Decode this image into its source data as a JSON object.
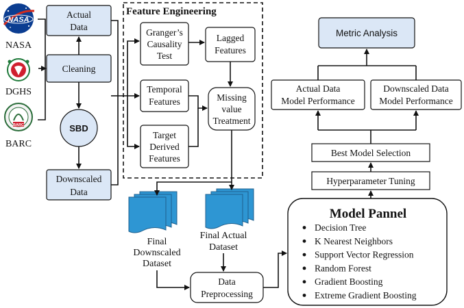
{
  "colors": {
    "blue_fill": "#dbe7f6",
    "dataset_blue": "#2e96d3",
    "dataset_edge": "#1f5f8c",
    "stroke": "#111111",
    "nasa": "#0b3d91",
    "nasa_red": "#d52b1e",
    "dghs_red": "#d01f2f",
    "dghs_green": "#1f7a3a",
    "barc_green": "#2b6d3a"
  },
  "sources": {
    "nasa": "NASA",
    "nasa_logo_text": "NASA",
    "dghs": "DGHS",
    "barc": "BARC",
    "barc_logo_text": "BARC"
  },
  "data_nodes": {
    "actual_l1": "Actual",
    "actual_l2": "Data",
    "cleaning": "Cleaning",
    "sbd": "SBD",
    "downscaled_l1": "Downscaled",
    "downscaled_l2": "Data"
  },
  "feature_engineering": {
    "title": "Feature Engineering",
    "granger_l1": "Granger’s",
    "granger_l2": "Causality",
    "granger_l3": "Test",
    "lagged_l1": "Lagged",
    "lagged_l2": "Features",
    "temporal_l1": "Temporal",
    "temporal_l2": "Features",
    "target_l1": "Target",
    "target_l2": "Derived",
    "target_l3": "Features",
    "missing_l1": "Missing",
    "missing_l2": "value",
    "missing_l3": "Treatment"
  },
  "datasets": {
    "downscaled_l1": "Final",
    "downscaled_l2": "Downscaled",
    "downscaled_l3": "Dataset",
    "actual_l1": "Final Actual",
    "actual_l2": "Dataset"
  },
  "preprocessing": {
    "l1": "Data",
    "l2": "Preprocessing"
  },
  "model_panel": {
    "title": "Model Pannel",
    "models": [
      "Decision Tree",
      "K Nearest Neighbors",
      "Support Vector Regression",
      "Random Forest",
      "Gradient Boosting",
      "Extreme Gradient Boosting"
    ]
  },
  "pipeline": {
    "hyperparameter": "Hyperparameter Tuning",
    "best_model": "Best Model Selection",
    "actual_perf_l1": "Actual Data",
    "actual_perf_l2": "Model Performance",
    "downscaled_perf_l1": "Downscaled Data",
    "downscaled_perf_l2": "Model Performance",
    "metric": "Metric Analysis"
  }
}
